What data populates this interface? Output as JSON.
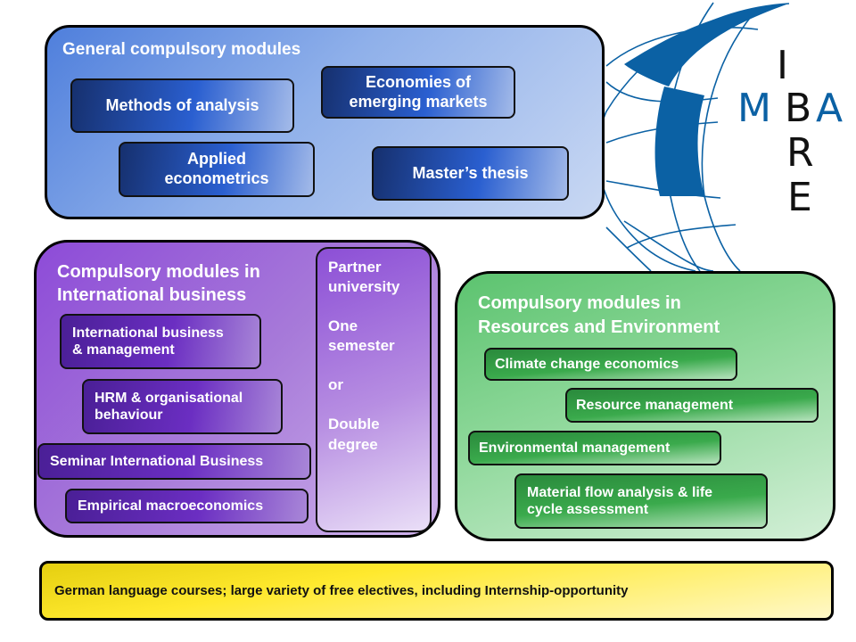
{
  "logo": {
    "letters": {
      "top": "I",
      "left": "M",
      "center": "B",
      "right": "A",
      "r": "R",
      "e": "E"
    },
    "colors": {
      "globe": "#0b61a4",
      "accent_letters": "#0b61a4",
      "dark_letters": "#111111"
    }
  },
  "general": {
    "title": "General compulsory modules",
    "modules": [
      {
        "line1": "Methods of analysis",
        "line2": ""
      },
      {
        "line1": "Economies of",
        "line2": "emerging markets"
      },
      {
        "line1": "Applied",
        "line2": "econometrics"
      },
      {
        "line1": "Master’s thesis",
        "line2": ""
      }
    ]
  },
  "international": {
    "title_line1": "Compulsory modules in",
    "title_line2": "International business",
    "modules": [
      {
        "line1": "International business",
        "line2": "& management"
      },
      {
        "line1": "HRM & organisational",
        "line2": "behaviour"
      },
      {
        "line1": "Seminar International Business",
        "line2": ""
      },
      {
        "line1": "Empirical macroeconomics",
        "line2": ""
      }
    ],
    "partner": {
      "block1_line1": "Partner",
      "block1_line2": "university",
      "block2_line1": "One",
      "block2_line2": "semester",
      "block3": "or",
      "block4_line1": "Double",
      "block4_line2": "degree"
    }
  },
  "resources": {
    "title_line1": "Compulsory modules in",
    "title_line2": "Resources and Environment",
    "modules": [
      {
        "line1": "Climate change economics",
        "line2": ""
      },
      {
        "line1": "Resource management",
        "line2": ""
      },
      {
        "line1": "Environmental management",
        "line2": ""
      },
      {
        "line1": "Material flow analysis & life",
        "line2": "cycle assessment"
      }
    ]
  },
  "bottom": {
    "text": "German language courses; large variety of free electives, including Internship-opportunity"
  },
  "colors": {
    "general_panel": "#7ea2e6",
    "international_panel": "#a77ad9",
    "resources_panel": "#8ed89a",
    "bottom_panel": "#ffe92e"
  }
}
